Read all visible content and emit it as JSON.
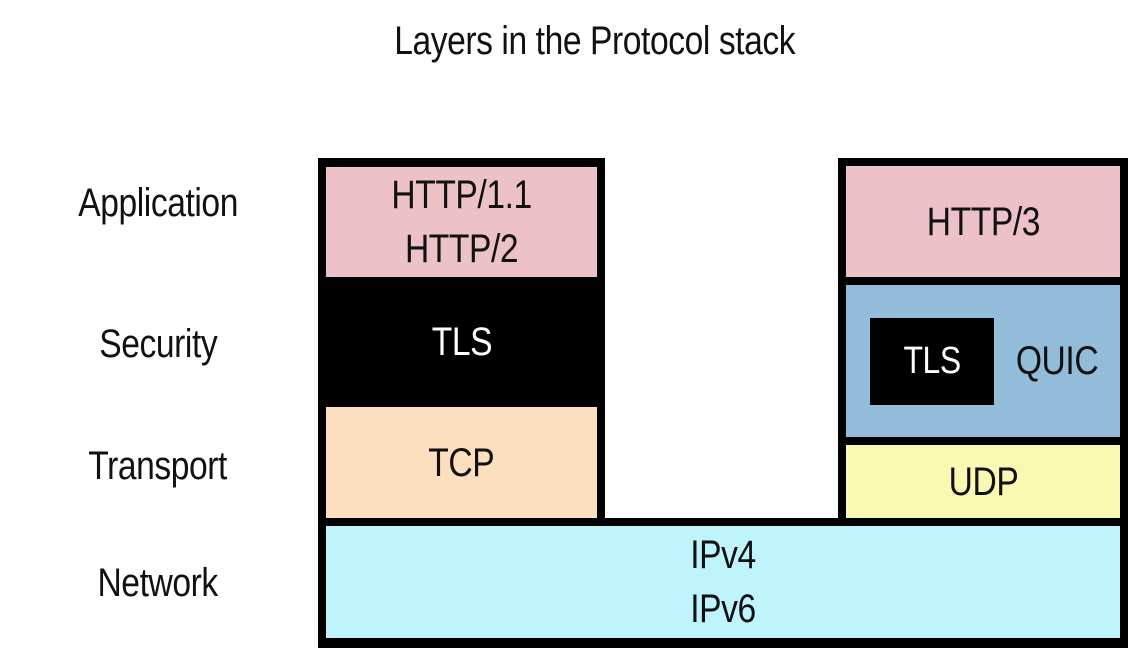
{
  "title": "Layers in the Protocol stack",
  "layer_labels": [
    "Application",
    "Security",
    "Transport",
    "Network"
  ],
  "left_stack": {
    "application": {
      "line1": "HTTP/1.1",
      "line2": "HTTP/2"
    },
    "security": "TLS",
    "transport": "TCP"
  },
  "right_stack": {
    "application": "HTTP/3",
    "security": {
      "inner": "TLS",
      "outer": "QUIC"
    },
    "transport": "UDP"
  },
  "network": {
    "line1": "IPv4",
    "line2": "IPv6"
  },
  "colors": {
    "application_pink": "#ecc1c7",
    "security_black": "#000000",
    "tcp_peach": "#fcdfbe",
    "quic_blue": "#92bcda",
    "udp_yellow": "#f9f9b4",
    "network_cyan": "#bff4fd",
    "border_black": "#000000",
    "text_on_dark": "#ffffff",
    "text": "#111111"
  }
}
